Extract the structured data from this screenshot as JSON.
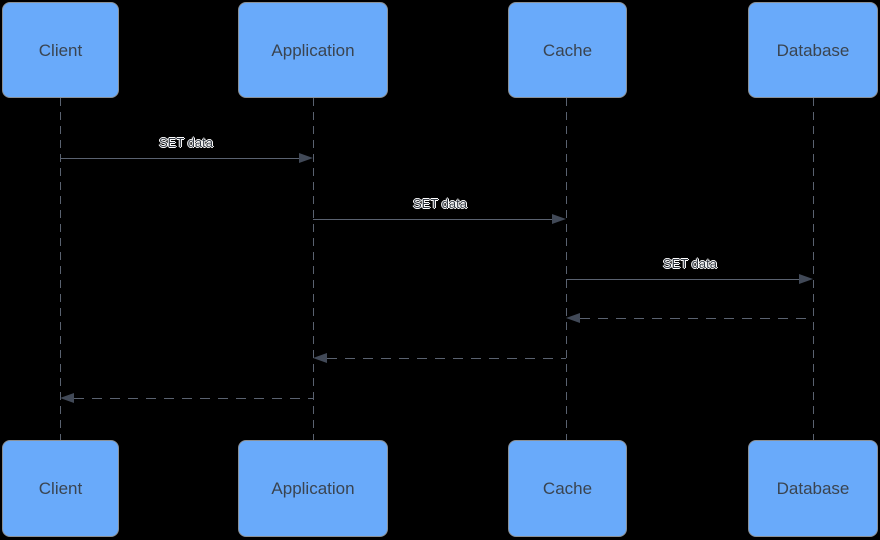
{
  "diagram_type": "sequence-diagram",
  "actors": [
    {
      "id": "client",
      "label": "Client"
    },
    {
      "id": "application",
      "label": "Application"
    },
    {
      "id": "cache",
      "label": "Cache"
    },
    {
      "id": "database",
      "label": "Database"
    }
  ],
  "messages": [
    {
      "from": "Client",
      "to": "Application",
      "label": "SET data",
      "line": "solid",
      "direction": "right"
    },
    {
      "from": "Application",
      "to": "Cache",
      "label": "SET data",
      "line": "solid",
      "direction": "right"
    },
    {
      "from": "Cache",
      "to": "Database",
      "label": "SET data",
      "line": "solid",
      "direction": "right"
    },
    {
      "from": "Database",
      "to": "Cache",
      "label": "",
      "line": "dashed",
      "direction": "left"
    },
    {
      "from": "Cache",
      "to": "Application",
      "label": "",
      "line": "dashed",
      "direction": "left"
    },
    {
      "from": "Application",
      "to": "Client",
      "label": "",
      "line": "dashed",
      "direction": "left"
    }
  ],
  "colors": {
    "background": "#000000",
    "actor_fill": "#69AAFA",
    "actor_border": "#8A9096",
    "actor_text": "#3A4450",
    "line": "#5A6270",
    "arrowhead": "#414957",
    "message_text": "#333A44",
    "message_halo": "#FFFFFF"
  }
}
